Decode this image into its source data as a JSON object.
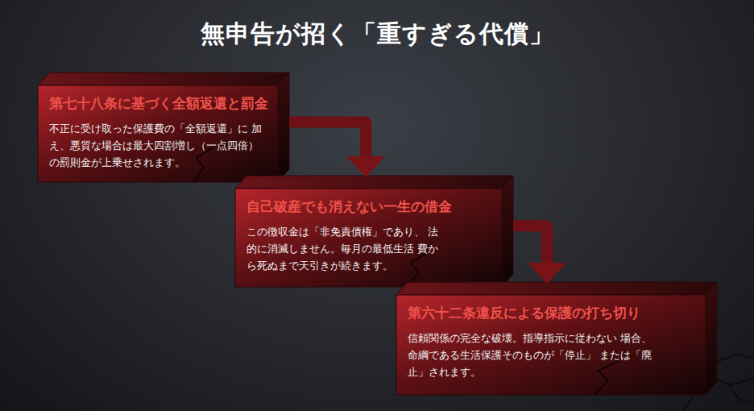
{
  "diagram": {
    "title": "無申告が招く「重すぎる代償」",
    "nodes": [
      {
        "text": [
          "第七十八条に基づく全額返還と罰金",
          "不正に受け取った保護費の「全額返還」に 加え、悪質な場合は最大四割増し（一点四倍） の罰則金が上乗せされます。"
        ]
      },
      {
        "text": [
          "自己破産でも消えない一生の借金",
          "この徴収金は「非免責債権」であり、 法的に消滅しません。毎月の最低生活 費から死ぬまで天引きが続きます。"
        ]
      },
      {
        "text": [
          "第六十二条違反による保護の打ち切り",
          "信頼関係の完全な破壊。指導指示に従わない 場合、命綱である生活保護そのものが「停止」 または「廃止」されます。"
        ]
      }
    ],
    "edges": [
      {
        "from": 0,
        "to": 1,
        "arrow": "to"
      },
      {
        "from": 1,
        "to": 2,
        "arrow": "to"
      }
    ]
  }
}
